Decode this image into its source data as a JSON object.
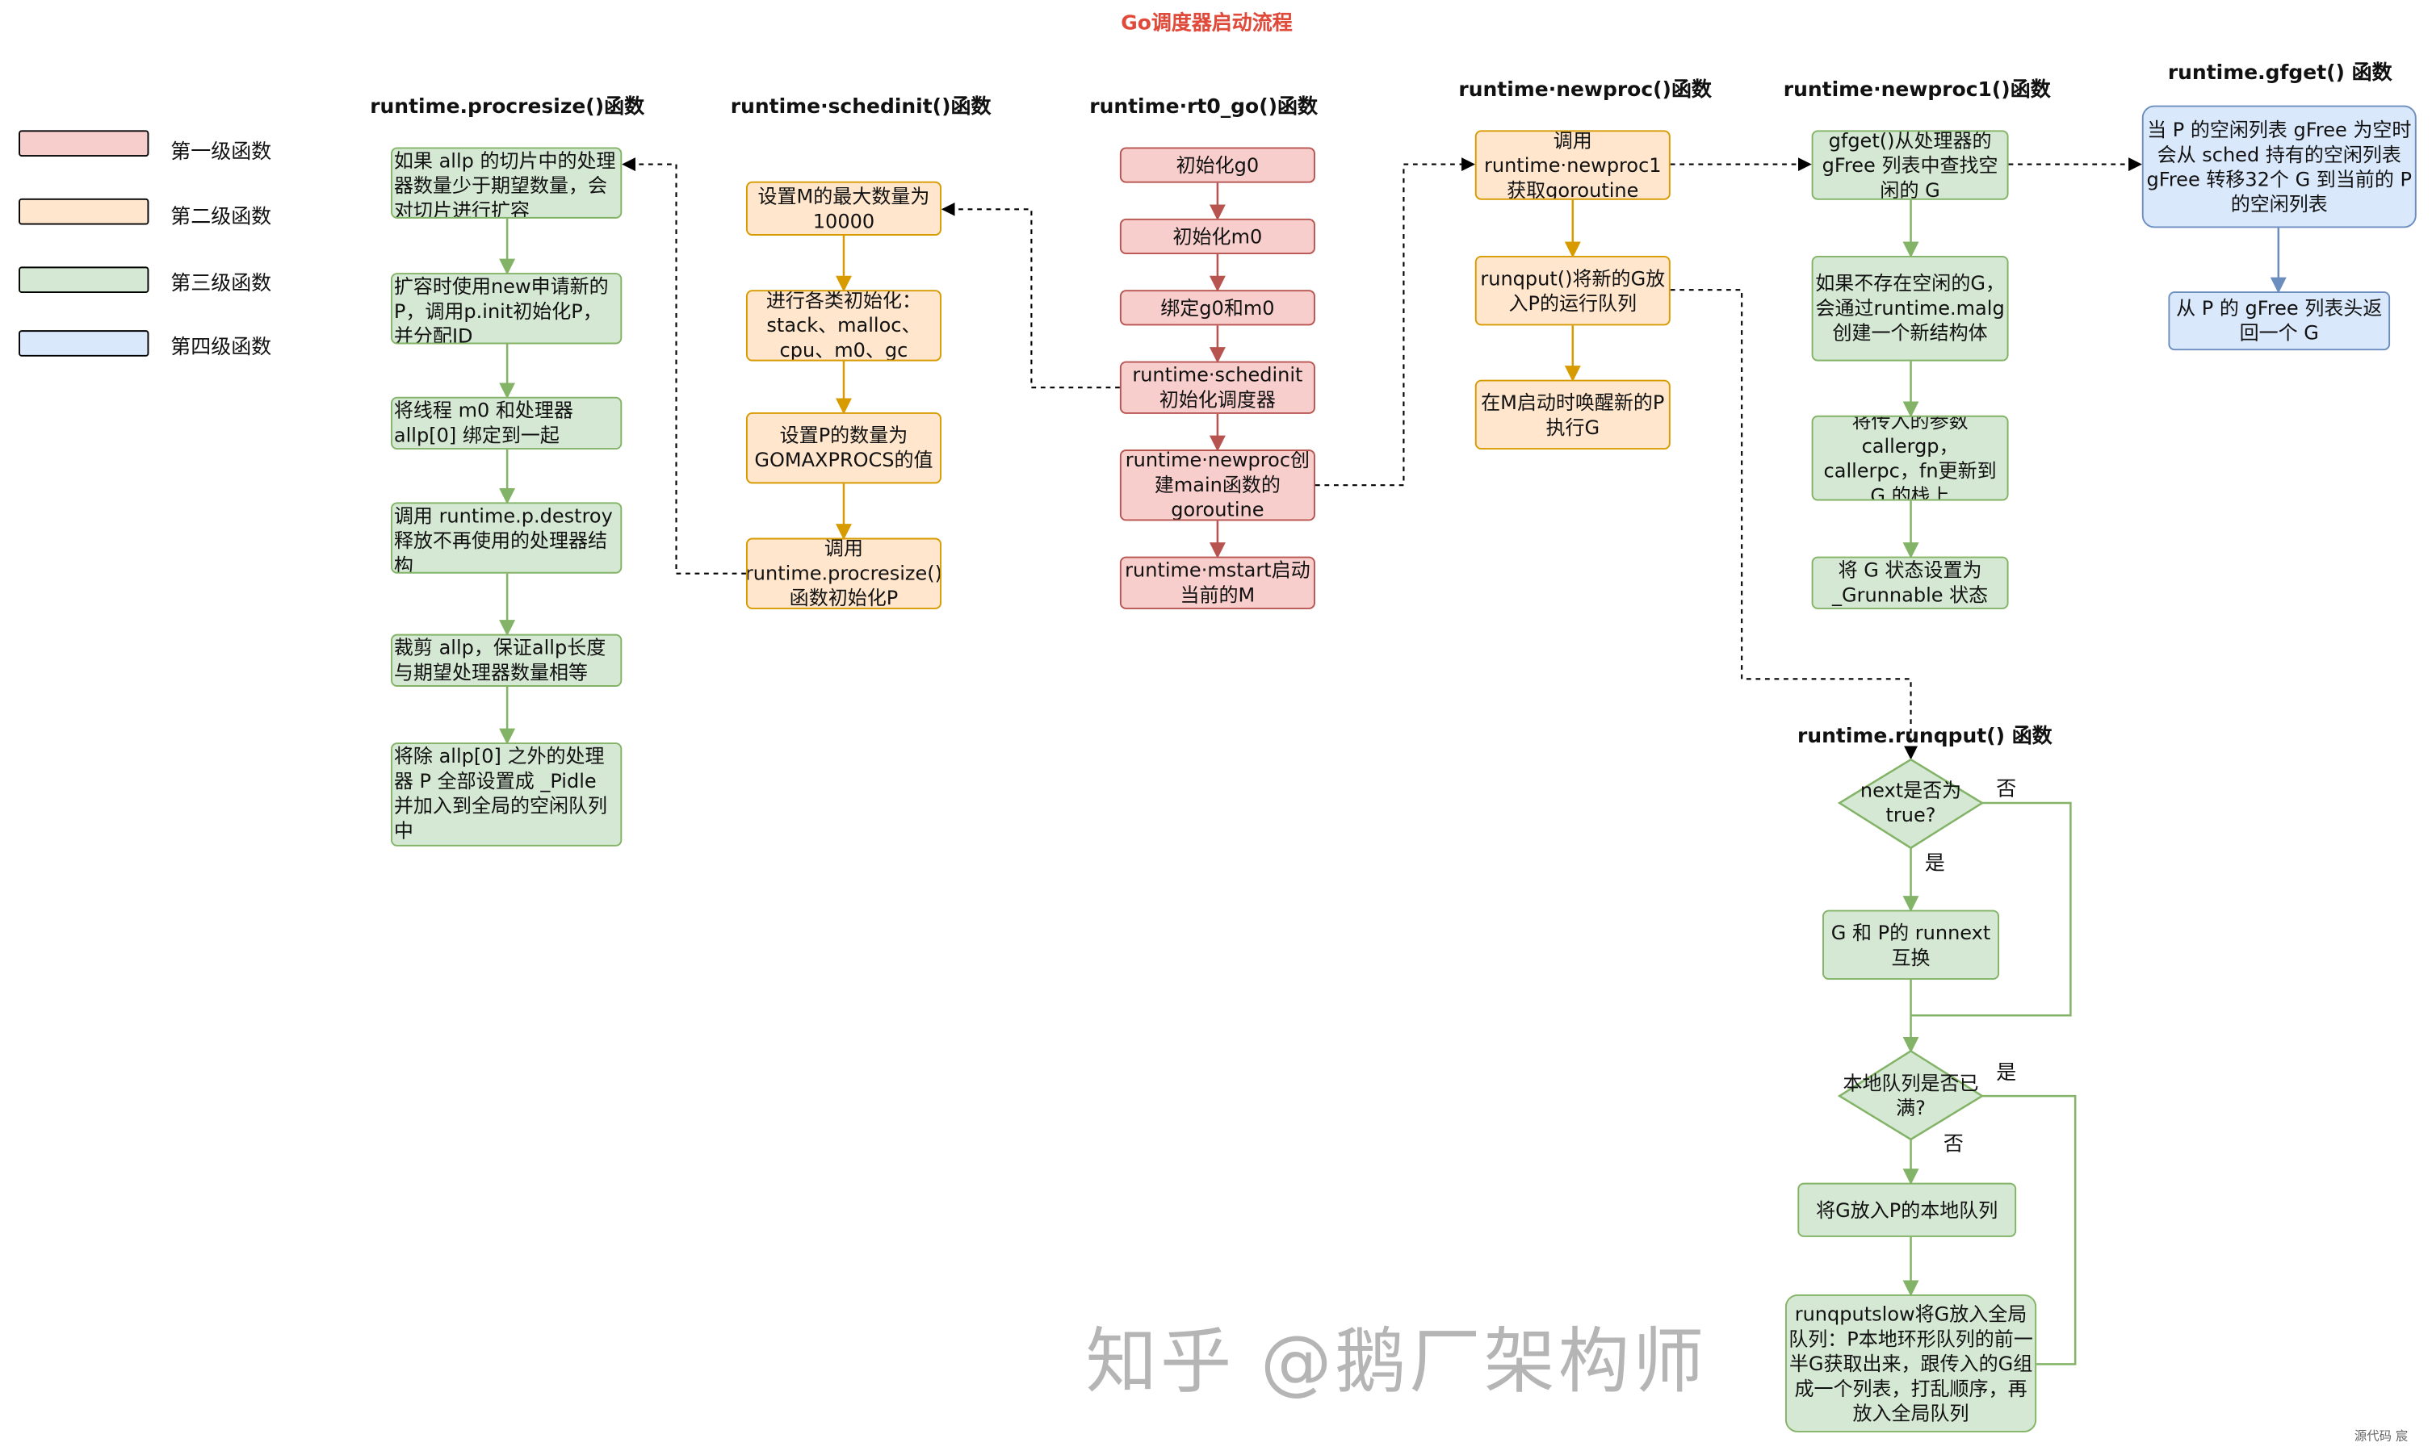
{
  "title": "Go调度器启动流程",
  "legend": [
    {
      "label": "第一级函数",
      "color": "#f8cecc"
    },
    {
      "label": "第二级函数",
      "color": "#ffe6cc"
    },
    {
      "label": "第三级函数",
      "color": "#d5e8d4"
    },
    {
      "label": "第四级函数",
      "color": "#dae8fc"
    }
  ],
  "colors": {
    "level1_fill": "#f8cecc",
    "level1_stroke": "#b85450",
    "level2_fill": "#ffe6cc",
    "level2_stroke": "#d79b00",
    "level3_fill": "#d5e8d4",
    "level3_stroke": "#82b366",
    "level4_fill": "#dae8fc",
    "level4_stroke": "#6c8ebf",
    "title": "#e04a3a"
  },
  "columns": {
    "procresize": {
      "header": "runtime.procresize()函数",
      "nodes": [
        "如果 allp 的切片中的处理器数量少于期望数量，会对切片进行扩容",
        "扩容时使用new申请新的P，调用p.init初始化P，并分配ID",
        "将线程 m0 和处理器 allp[0] 绑定到一起",
        "调用 runtime.p.destroy 释放不再使用的处理器结构",
        "裁剪 allp，保证allp长度与期望处理器数量相等",
        "将除 allp[0] 之外的处理器 P 全部设置成 _Pidle 并加入到全局的空闲队列中"
      ]
    },
    "schedinit": {
      "header": "runtime·schedinit()函数",
      "nodes": [
        "设置M的最大数量为10000",
        "进行各类初始化：stack、malloc、cpu、m0、gc",
        "设置P的数量为GOMAXPROCS的值",
        "调用runtime.procresize()函数初始化P"
      ]
    },
    "rt0_go": {
      "header": "runtime·rt0_go()函数",
      "nodes": [
        "初始化g0",
        "初始化m0",
        "绑定g0和m0",
        "runtime·schedinit初始化调度器",
        "runtime·newproc创建main函数的goroutine",
        "runtime·mstart启动当前的M"
      ]
    },
    "newproc": {
      "header": "runtime·newproc()函数",
      "nodes": [
        "调用runtime·newproc1获取goroutine",
        "runqput()将新的G放入P的运行队列",
        "在M启动时唤醒新的P执行G"
      ]
    },
    "newproc1": {
      "header": "runtime·newproc1()函数",
      "nodes": [
        "gfget()从处理器的gFree 列表中查找空闲的 G",
        "如果不存在空闲的G，会通过runtime.malg 创建一个新结构体",
        "将传入的参数callergp，callerpc，fn更新到 G 的栈上",
        "将 G 状态设置为_Grunnable 状态"
      ]
    },
    "gfget": {
      "header": "runtime.gfget() 函数",
      "nodes": [
        "当 P 的空闲列表 gFree 为空时会从 sched 持有的空闲列表 gFree 转移32个 G 到当前的 P 的空闲列表",
        "从 P 的 gFree 列表头返回一个 G"
      ]
    },
    "runqput": {
      "header": "runtime.runqput() 函数",
      "decision1": "next是否为true?",
      "yes1": "是",
      "no1": "否",
      "node1": "G 和 P的 runnext 互换",
      "decision2": "本地队列是否已满?",
      "yes2": "是",
      "no2": "否",
      "node2": "将G放入P的本地队列",
      "node3": "runqputslow将G放入全局队列：P本地环形队列的前一半G获取出来，跟传入的G组成一个列表，打乱顺序，再放入全局队列"
    }
  },
  "watermark": "知乎 @鹅厂架构师",
  "corner_text": "源代码  宸"
}
